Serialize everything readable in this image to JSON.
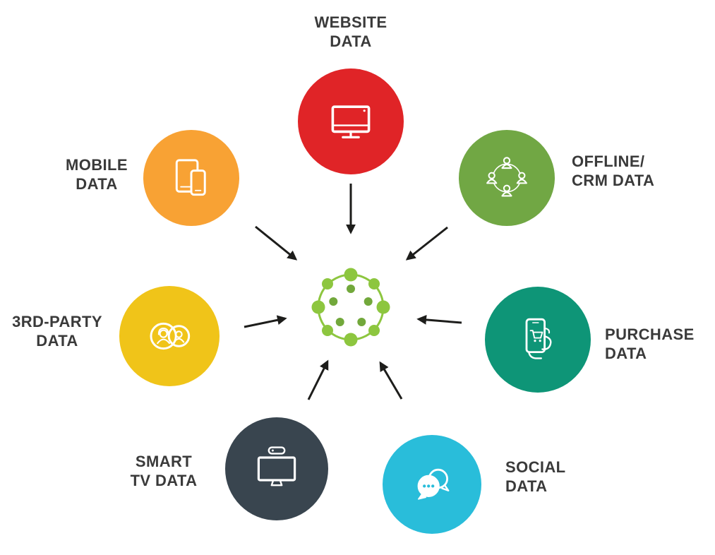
{
  "diagram": {
    "type": "hub-and-spoke",
    "center": {
      "name": "audience-data-hub",
      "icon": "dot-cluster-icon"
    },
    "nodes": [
      {
        "id": "website",
        "line1": "WEBSITE",
        "line2": "DATA",
        "color": "#e02427",
        "icon": "desktop-monitor-icon"
      },
      {
        "id": "mobile",
        "line1": "MOBILE",
        "line2": "DATA",
        "color": "#f8a234",
        "icon": "tablet-phone-icon"
      },
      {
        "id": "offline-crm",
        "line1": "OFFLINE/",
        "line2": "CRM DATA",
        "color": "#71a744",
        "icon": "people-network-icon"
      },
      {
        "id": "third-party",
        "line1": "3RD-PARTY",
        "line2": "DATA",
        "color": "#f0c419",
        "icon": "two-profiles-icon"
      },
      {
        "id": "purchase",
        "line1": "PURCHASE",
        "line2": "DATA",
        "color": "#0e9577",
        "icon": "phone-shopping-cart-icon"
      },
      {
        "id": "smart-tv",
        "line1": "SMART",
        "line2": "TV DATA",
        "color": "#39454f",
        "icon": "smart-tv-icon"
      },
      {
        "id": "social",
        "line1": "SOCIAL",
        "line2": "DATA",
        "color": "#29bdda",
        "icon": "chat-bubbles-icon"
      }
    ],
    "colors": {
      "arrow": "#1d1d1b",
      "label": "#3a3a3a",
      "icon_stroke": "#ffffff",
      "cluster_light": "#8dc63f",
      "cluster_dark": "#72a83b",
      "background": "#ffffff"
    }
  }
}
